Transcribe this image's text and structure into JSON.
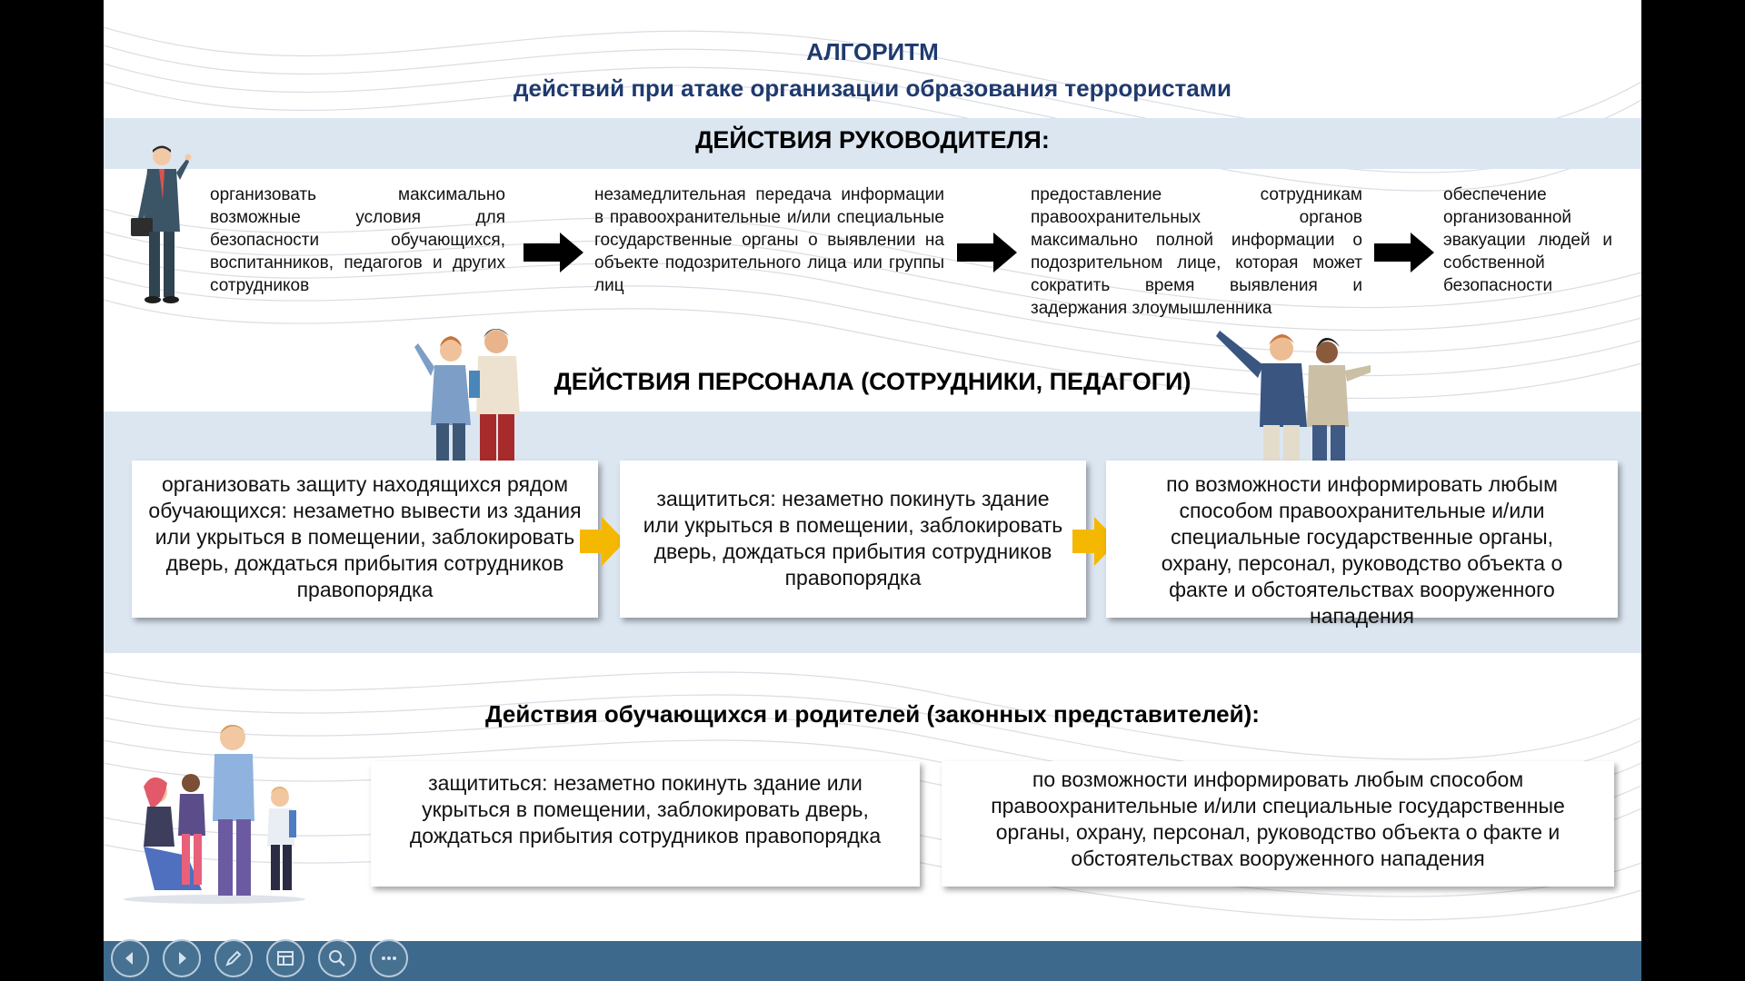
{
  "slide": {
    "title": "АЛГОРИТМ",
    "subtitle": "действий при атаке организации образования террористами"
  },
  "leader": {
    "heading": "ДЕЙСТВИЯ РУКОВОДИТЕЛЯ:",
    "steps": [
      "организовать максимально возможные условия для безопасности обучающихся, воспитанников, педагогов и других сотрудников",
      "незамедлительная передача информации в правоохранительные и/или специальные государственные органы о выявлении на объекте подозрительного лица или группы лиц",
      "предоставление сотрудникам правоохранительных органов максимально полной информации о подозрительном лице, которая может сократить время выявления и задержания злоумышленника",
      "обеспечение организованной эвакуации людей и собственной безопасности"
    ]
  },
  "staff": {
    "heading": "ДЕЙСТВИЯ ПЕРСОНАЛА (СОТРУДНИКИ, ПЕДАГОГИ)",
    "cards": [
      "организовать защиту находящихся рядом обучающихся: незаметно вывести из здания или укрыться в помещении, заблокировать дверь, дождаться прибытия сотрудников правопорядка",
      "защититься: незаметно покинуть здание или укрыться в помещении, заблокировать дверь, дождаться прибытия сотрудников правопорядка",
      "по возможности информировать любым способом правоохранительные и/или специальные государственные органы, охрану, персонал, руководство объекта о факте и обстоятельствах вооруженного нападения"
    ]
  },
  "students": {
    "heading": "Действия обучающихся и родителей (законных представителей):",
    "cards": [
      "защититься: незаметно покинуть здание или укрыться в помещении, заблокировать дверь, дождаться прибытия сотрудников правопорядка",
      "по возможности информировать любым способом правоохранительные и/или специальные государственные органы, охрану, персонал, руководство объекта о факте и обстоятельствах вооруженного нападения"
    ]
  },
  "toolbar": {
    "buttons": [
      "prev-icon",
      "next-icon",
      "pen-icon",
      "slides-icon",
      "zoom-icon",
      "more-icon"
    ]
  },
  "colors": {
    "title": "#1f3a6e",
    "band": "#dce6f1",
    "arrow_yellow": "#f5b800",
    "toolbar": "#3d6a8c"
  }
}
